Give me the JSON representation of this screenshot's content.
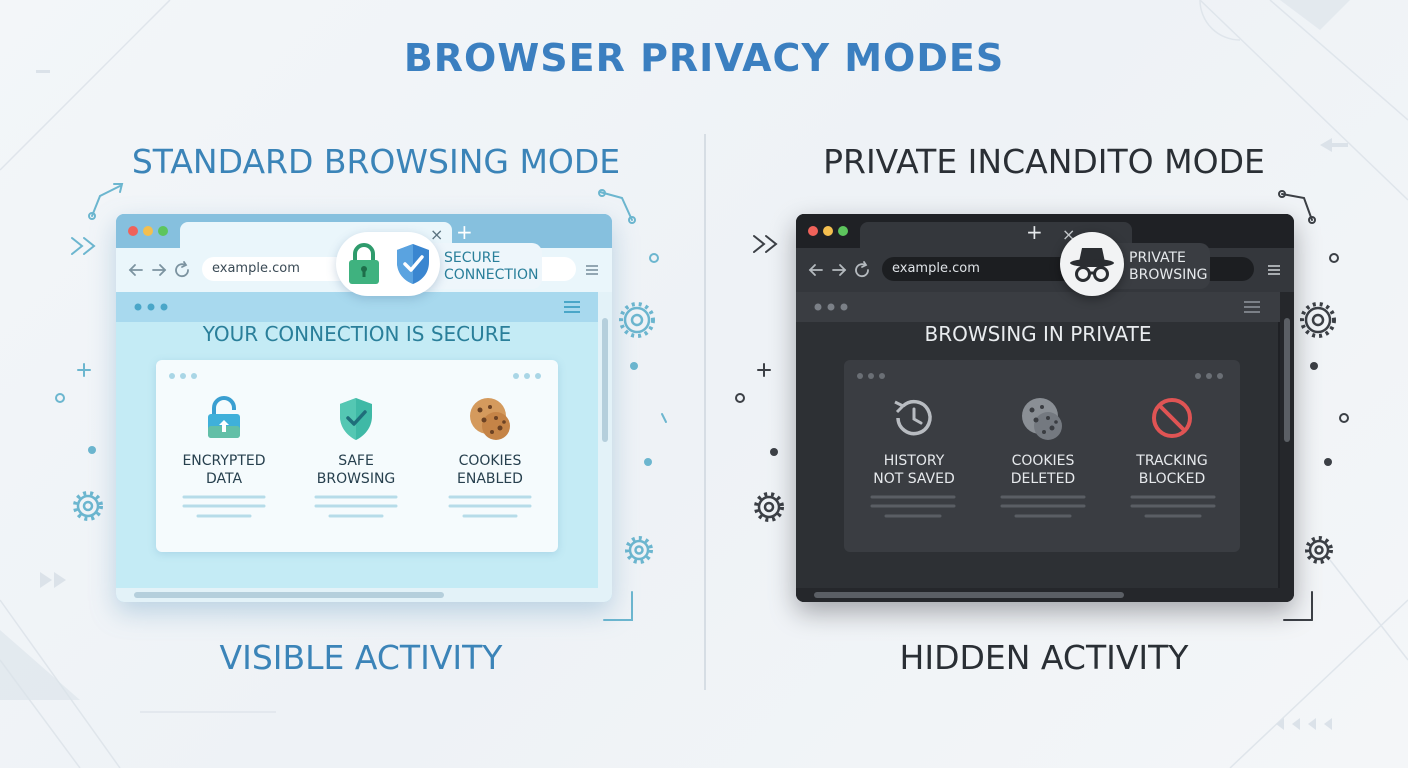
{
  "title": "BROWSER PRIVACY MODES",
  "standard": {
    "heading": "STANDARD BROWSING MODE",
    "tab_close": "×",
    "new_tab": "+",
    "url": "example.com",
    "badge_line1": "SECURE",
    "badge_line2": "CONNECTION",
    "page_title": "YOUR CONNECTION IS SECURE",
    "features": [
      {
        "line1": "ENCRYPTED",
        "line2": "DATA",
        "icon": "unlocked-padlock-icon"
      },
      {
        "line1": "SAFE",
        "line2": "BROWSING",
        "icon": "shield-check-icon"
      },
      {
        "line1": "COOKIES",
        "line2": "ENABLED",
        "icon": "cookie-icon"
      }
    ],
    "footer": "VISIBLE ACTIVITY"
  },
  "private": {
    "heading": "PRIVATE INCANDITO MODE",
    "tab_close": "×",
    "new_tab": "+",
    "url": "example.com",
    "badge_line1": "PRIVATE",
    "badge_line2": "BROWSING",
    "page_title": "BROWSING IN PRIVATE",
    "features": [
      {
        "line1": "HISTORY",
        "line2": "NOT SAVED",
        "icon": "history-clock-icon"
      },
      {
        "line1": "COOKIES",
        "line2": "DELETED",
        "icon": "cookie-icon"
      },
      {
        "line1": "TRACKING",
        "line2": "BLOCKED",
        "icon": "blocked-icon"
      }
    ],
    "footer": "HIDDEN ACTIVITY"
  },
  "colors": {
    "title_blue": "#3b7fc0",
    "standard_accent": "#3b84b8",
    "private_text": "#2a2f35",
    "window_dark": "#1f2125",
    "window_light": "#8fc7e3",
    "blocked_red": "#e05454",
    "lock_green": "#3fb27f",
    "shield_blue": "#3a86d0"
  }
}
